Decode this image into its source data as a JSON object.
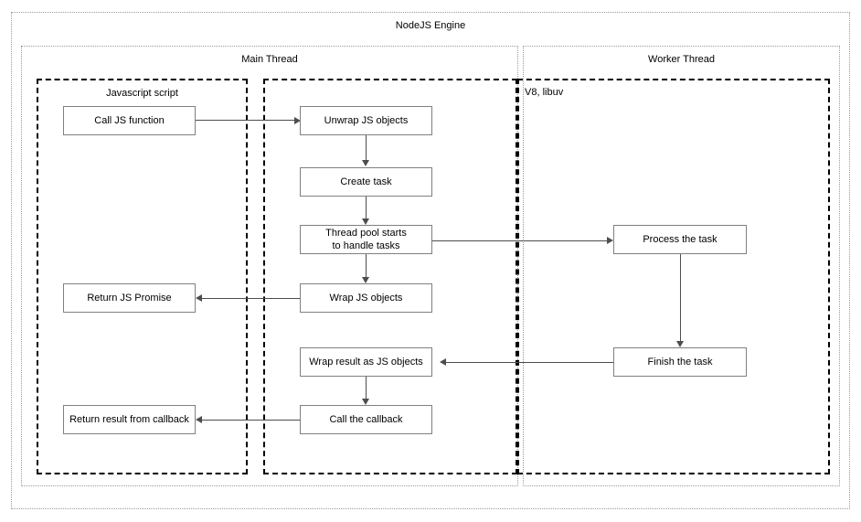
{
  "diagram": {
    "type": "flowchart",
    "title": "NodeJS Engine",
    "containers": {
      "engine": {
        "label": "NodeJS Engine"
      },
      "main_thread": {
        "label": "Main Thread"
      },
      "worker_thread": {
        "label": "Worker Thread"
      },
      "javascript_script": {
        "label": "Javascript script"
      },
      "native_addon": {
        "label": ""
      },
      "v8_libuv": {
        "label": "V8, libuv"
      }
    },
    "nodes": [
      {
        "id": "call-js-function",
        "label": "Call JS function"
      },
      {
        "id": "unwrap-js-objects",
        "label": "Unwrap JS objects"
      },
      {
        "id": "create-task",
        "label": "Create task"
      },
      {
        "id": "thread-pool-starts",
        "label": "Thread pool starts\nto handle tasks"
      },
      {
        "id": "wrap-js-objects",
        "label": "Wrap JS objects"
      },
      {
        "id": "return-js-promise",
        "label": "Return JS Promise"
      },
      {
        "id": "wrap-result-as-js-objects",
        "label": "Wrap result as JS objects"
      },
      {
        "id": "call-the-callback",
        "label": "Call the callback"
      },
      {
        "id": "return-result-from-callback",
        "label": "Return result from callback"
      },
      {
        "id": "process-the-task",
        "label": "Process the task"
      },
      {
        "id": "finish-the-task",
        "label": "Finish the task"
      }
    ],
    "edges": [
      {
        "from": "call-js-function",
        "to": "unwrap-js-objects"
      },
      {
        "from": "unwrap-js-objects",
        "to": "create-task"
      },
      {
        "from": "create-task",
        "to": "thread-pool-starts"
      },
      {
        "from": "thread-pool-starts",
        "to": "process-the-task"
      },
      {
        "from": "thread-pool-starts",
        "to": "wrap-js-objects"
      },
      {
        "from": "wrap-js-objects",
        "to": "return-js-promise"
      },
      {
        "from": "process-the-task",
        "to": "finish-the-task"
      },
      {
        "from": "finish-the-task",
        "to": "wrap-result-as-js-objects"
      },
      {
        "from": "wrap-result-as-js-objects",
        "to": "call-the-callback"
      },
      {
        "from": "call-the-callback",
        "to": "return-result-from-callback"
      }
    ],
    "colors": {
      "node_border": "#808080",
      "node_fill": "#ffffff",
      "edge": "#4d4d4d",
      "frame_dotted": "#9b9b9b",
      "frame_dashed": "#000000",
      "background": "#ffffff",
      "text": "#000000"
    }
  }
}
